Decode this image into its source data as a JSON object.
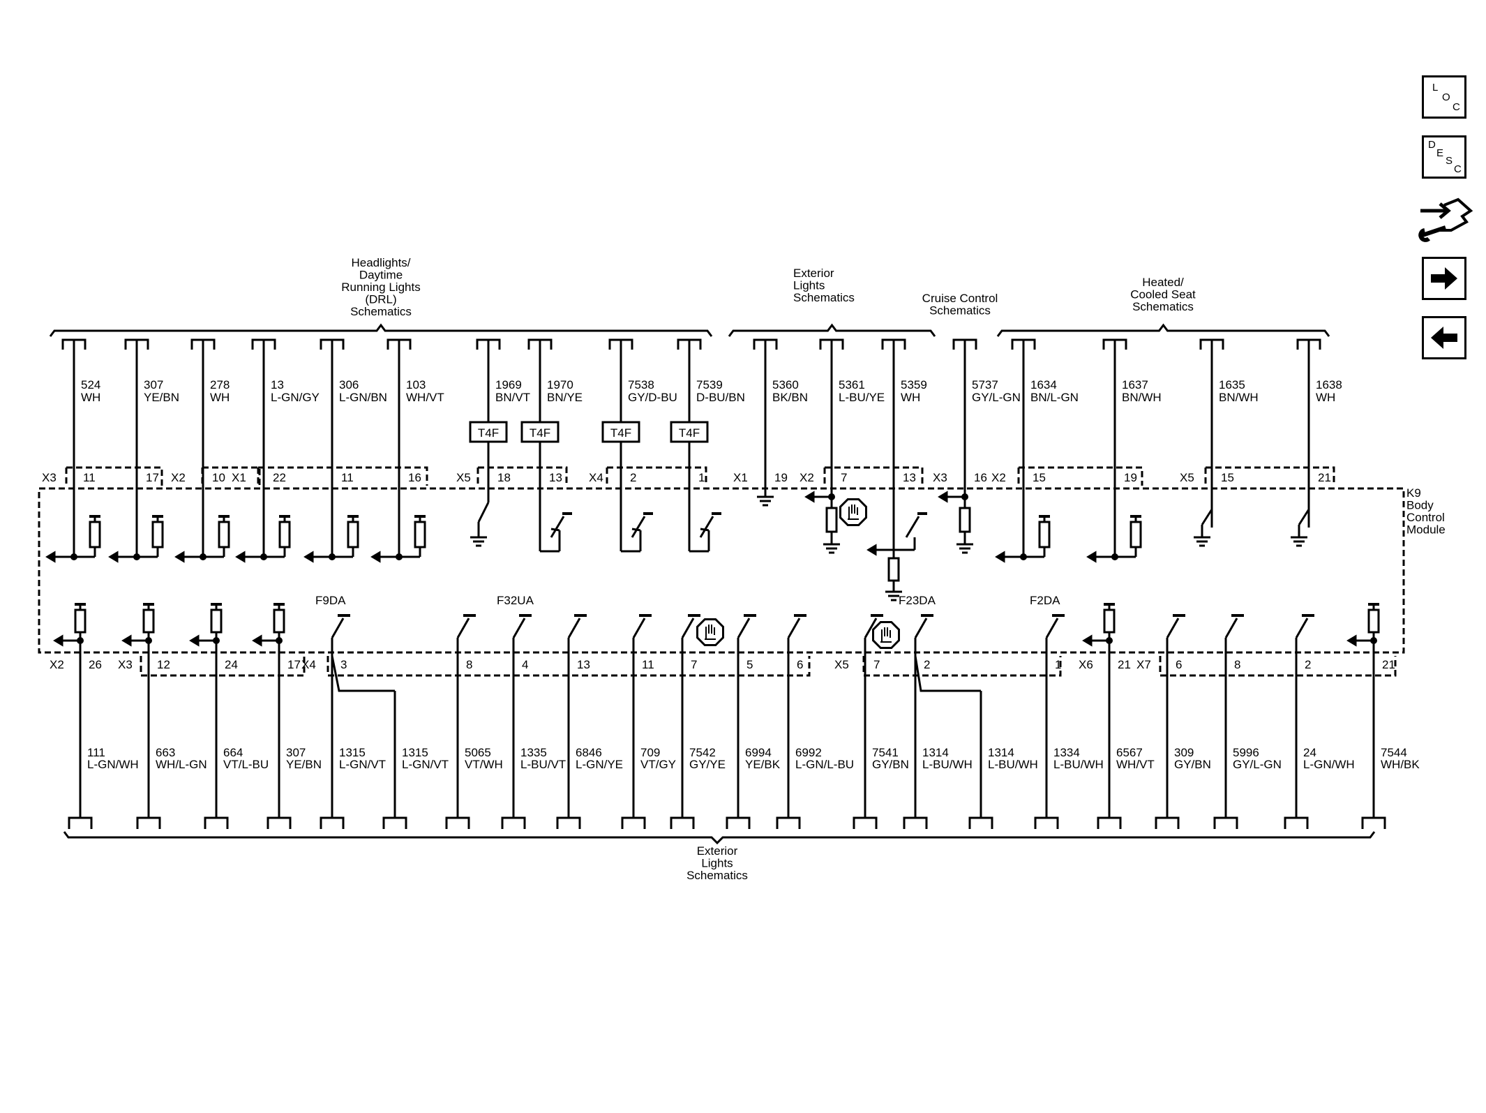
{
  "top_groups": [
    {
      "label_lines": [
        "Headlights/",
        "Daytime",
        "Running Lights",
        "(DRL)",
        "Schematics"
      ]
    },
    {
      "label_lines": [
        "Exterior",
        "Lights",
        "Schematics"
      ]
    },
    {
      "label_lines": [
        "Cruise Control",
        "Schematics"
      ]
    },
    {
      "label_lines": [
        "Heated/",
        "Cooled Seat",
        "Schematics"
      ]
    }
  ],
  "bottom_group": {
    "label_lines": [
      "Exterior",
      "Lights",
      "Schematics"
    ]
  },
  "module": {
    "label_lines": [
      "K9",
      "Body",
      "Control",
      "Module"
    ]
  },
  "top_circuits": [
    {
      "num": "524",
      "color": "WH",
      "connector": "X3",
      "pin": "11",
      "inline": "",
      "type": "pullup"
    },
    {
      "num": "307",
      "color": "YE/BN",
      "connector": "",
      "pin": "17",
      "inline": "",
      "type": "pullup"
    },
    {
      "num": "278",
      "color": "WH",
      "connector": "X2",
      "pin": "10",
      "inline": "",
      "type": "pullup"
    },
    {
      "num": "13",
      "color": "L-GN/GY",
      "connector": "X1",
      "pin": "22",
      "inline": "",
      "type": "pullup"
    },
    {
      "num": "306",
      "color": "L-GN/BN",
      "connector": "",
      "pin": "11",
      "inline": "",
      "type": "pullup"
    },
    {
      "num": "103",
      "color": "WH/VT",
      "connector": "",
      "pin": "16",
      "inline": "",
      "type": "pullup"
    },
    {
      "num": "1969",
      "color": "BN/VT",
      "connector": "X5",
      "pin": "18",
      "inline": "T4F",
      "type": "switch-ground"
    },
    {
      "num": "1970",
      "color": "BN/YE",
      "connector": "",
      "pin": "13",
      "inline": "T4F",
      "type": "switch-loop"
    },
    {
      "num": "7538",
      "color": "GY/D-BU",
      "connector": "X4",
      "pin": "2",
      "inline": "T4F",
      "type": "switch-loop"
    },
    {
      "num": "7539",
      "color": "D-BU/BN",
      "connector": "",
      "pin": "1",
      "inline": "T4F",
      "type": "switch-loop"
    },
    {
      "num": "5360",
      "color": "BK/BN",
      "connector": "X1",
      "pin": "19",
      "inline": "",
      "type": "ground"
    },
    {
      "num": "5361",
      "color": "L-BU/YE",
      "connector": "X2",
      "pin": "7",
      "inline": "",
      "type": "pulldown"
    },
    {
      "num": "5359",
      "color": "WH",
      "connector": "",
      "pin": "13",
      "inline": "",
      "type": "switch-pulldown"
    },
    {
      "num": "5737",
      "color": "GY/L-GN",
      "connector": "X3",
      "pin": "16",
      "inline": "",
      "type": "pulldown"
    },
    {
      "num": "1634",
      "color": "BN/L-GN",
      "connector": "X2",
      "pin": "15",
      "inline": "",
      "type": "pullup"
    },
    {
      "num": "1637",
      "color": "BN/WH",
      "connector": "",
      "pin": "19",
      "inline": "",
      "type": "pullup"
    },
    {
      "num": "1635",
      "color": "BN/WH",
      "connector": "X5",
      "pin": "15",
      "inline": "",
      "type": "switch-ground"
    },
    {
      "num": "1638",
      "color": "WH",
      "connector": "",
      "pin": "21",
      "inline": "",
      "type": "switch-ground"
    }
  ],
  "bottom_circuits": [
    {
      "num": "111",
      "color": "L-GN/WH",
      "connector": "X2",
      "pin": "26",
      "fuse": "",
      "type": "pullup"
    },
    {
      "num": "663",
      "color": "WH/L-GN",
      "connector": "X3",
      "pin": "12",
      "fuse": "",
      "type": "pullup"
    },
    {
      "num": "664",
      "color": "VT/L-BU",
      "connector": "",
      "pin": "24",
      "fuse": "",
      "type": "pullup"
    },
    {
      "num": "307",
      "color": "YE/BN",
      "connector": "",
      "pin": "17",
      "fuse": "",
      "type": "pullup"
    },
    {
      "num": "1315",
      "color": "L-GN/VT",
      "connector": "X4",
      "pin": "3",
      "fuse": "F9DA",
      "type": "switch"
    },
    {
      "num": "1315",
      "color": "L-GN/VT",
      "connector": "",
      "pin": "",
      "fuse": "",
      "type": "splice"
    },
    {
      "num": "5065",
      "color": "VT/WH",
      "connector": "",
      "pin": "8",
      "fuse": "",
      "type": "switch"
    },
    {
      "num": "1335",
      "color": "L-BU/VT",
      "connector": "",
      "pin": "4",
      "fuse": "F32UA",
      "type": "switch"
    },
    {
      "num": "6846",
      "color": "L-GN/YE",
      "connector": "",
      "pin": "13",
      "fuse": "",
      "type": "switch"
    },
    {
      "num": "709",
      "color": "VT/GY",
      "connector": "",
      "pin": "11",
      "fuse": "",
      "type": "switch"
    },
    {
      "num": "7542",
      "color": "GY/YE",
      "connector": "",
      "pin": "7",
      "fuse": "",
      "type": "switch"
    },
    {
      "num": "6994",
      "color": "YE/BK",
      "connector": "",
      "pin": "5",
      "fuse": "",
      "type": "switch"
    },
    {
      "num": "6992",
      "color": "L-GN/L-BU",
      "connector": "",
      "pin": "6",
      "fuse": "",
      "type": "switch"
    },
    {
      "num": "7541",
      "color": "GY/BN",
      "connector": "X5",
      "pin": "7",
      "fuse": "",
      "type": "switch"
    },
    {
      "num": "1314",
      "color": "L-BU/WH",
      "connector": "",
      "pin": "2",
      "fuse": "F23DA",
      "type": "switch"
    },
    {
      "num": "1314",
      "color": "L-BU/WH",
      "connector": "",
      "pin": "",
      "fuse": "",
      "type": "splice"
    },
    {
      "num": "1334",
      "color": "L-BU/WH",
      "connector": "",
      "pin": "1",
      "fuse": "F2DA",
      "type": "switch"
    },
    {
      "num": "6567",
      "color": "WH/VT",
      "connector": "X6",
      "pin": "21",
      "fuse": "",
      "type": "pullup"
    },
    {
      "num": "309",
      "color": "GY/BN",
      "connector": "X7",
      "pin": "6",
      "fuse": "",
      "type": "switch"
    },
    {
      "num": "5996",
      "color": "GY/L-GN",
      "connector": "",
      "pin": "8",
      "fuse": "",
      "type": "switch"
    },
    {
      "num": "24",
      "color": "L-GN/WH",
      "connector": "",
      "pin": "2",
      "fuse": "",
      "type": "switch"
    },
    {
      "num": "7544",
      "color": "WH/BK",
      "connector": "",
      "pin": "21",
      "fuse": "",
      "type": "pullup"
    }
  ],
  "nav": {
    "loc": [
      "L",
      "O",
      "C"
    ],
    "desc": [
      "D",
      "E",
      "S",
      "C"
    ],
    "icons": [
      "connector-end-view-icon",
      "arrow-right-icon",
      "arrow-left-icon"
    ]
  }
}
